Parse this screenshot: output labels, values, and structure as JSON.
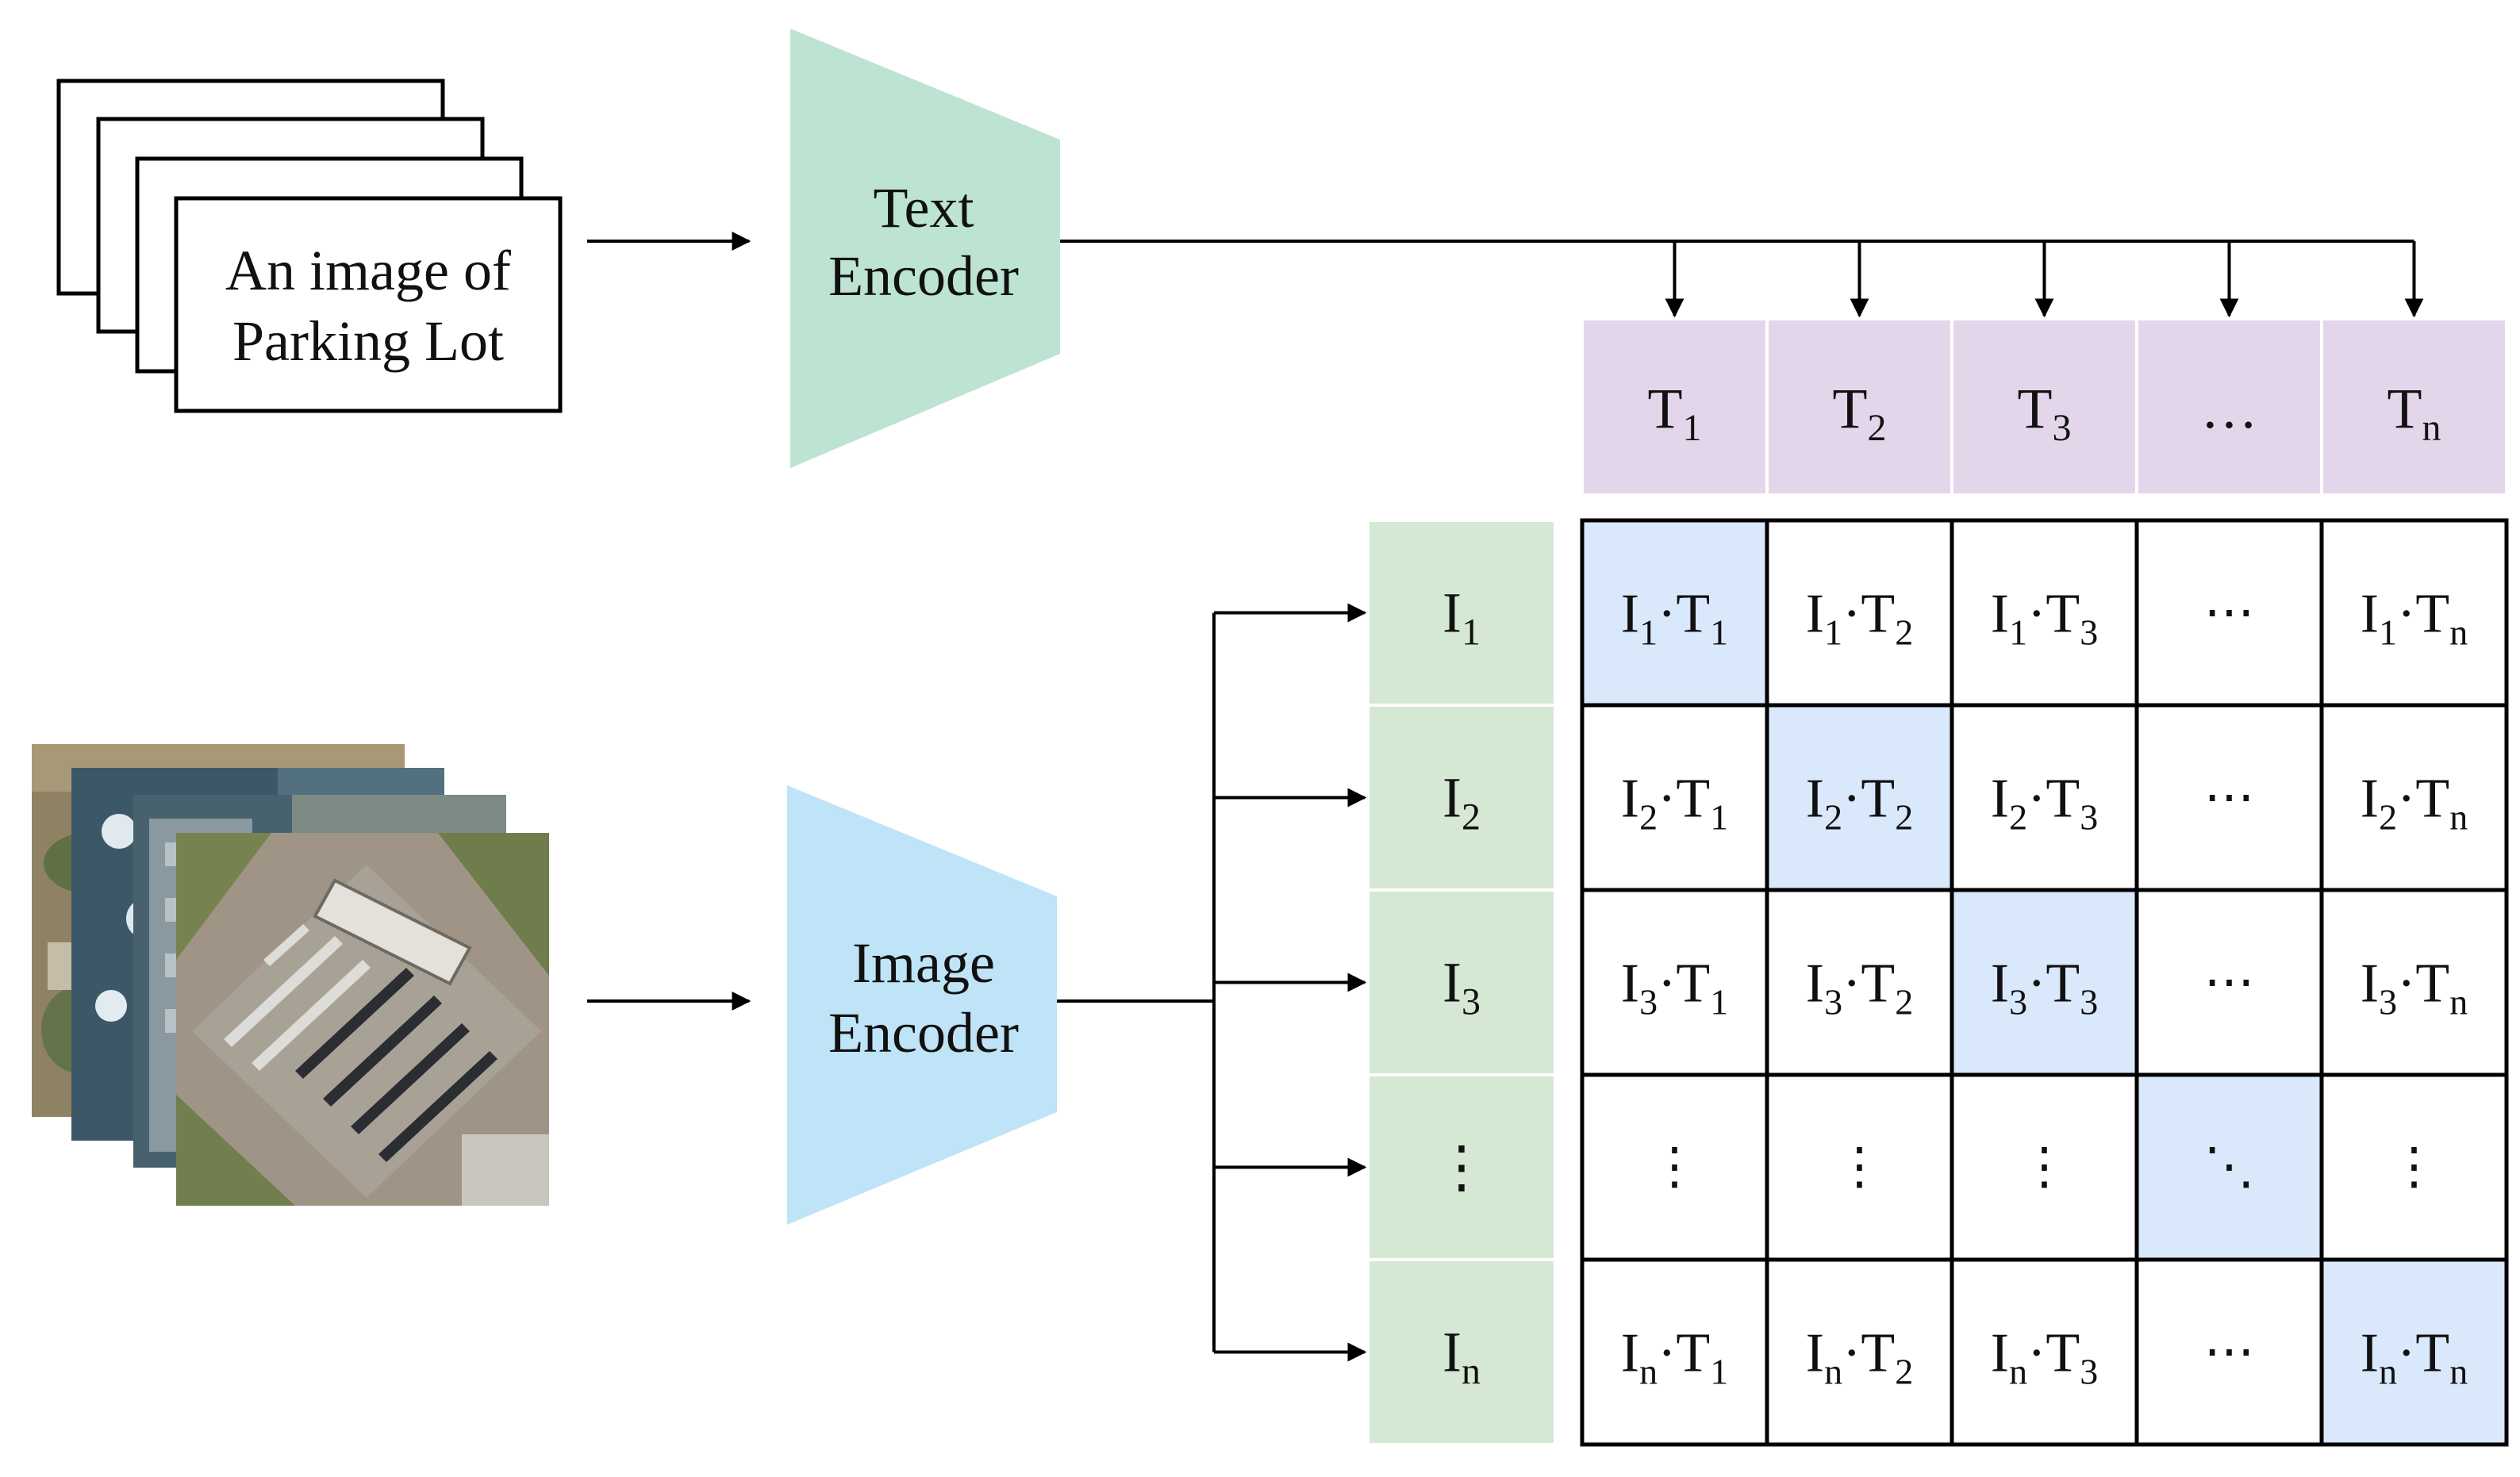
{
  "text_input": {
    "caption": [
      "An image of",
      "Parking Lot"
    ]
  },
  "text_encoder": {
    "label": [
      "Text",
      "Encoder"
    ],
    "color": "#bde3d3"
  },
  "image_encoder": {
    "label": [
      "Image",
      "Encoder"
    ],
    "color": "#bfe3f7"
  },
  "text_features": {
    "color": "#e3d6ea",
    "items": [
      {
        "base": "T",
        "sub": "1"
      },
      {
        "base": "T",
        "sub": "2"
      },
      {
        "base": "T",
        "sub": "3"
      },
      {
        "base": "…",
        "sub": ""
      },
      {
        "base": "T",
        "sub": "n"
      }
    ]
  },
  "image_features": {
    "color": "#d5e8d4",
    "items": [
      {
        "base": "I",
        "sub": "1"
      },
      {
        "base": "I",
        "sub": "2"
      },
      {
        "base": "I",
        "sub": "3"
      },
      {
        "base": "⋮",
        "sub": ""
      },
      {
        "base": "I",
        "sub": "n"
      }
    ]
  },
  "matrix": {
    "diagonal_color": "#dae8fc",
    "rows": [
      [
        {
          "type": "prod",
          "i": "1",
          "t": "1"
        },
        {
          "type": "prod",
          "i": "1",
          "t": "2"
        },
        {
          "type": "prod",
          "i": "1",
          "t": "3"
        },
        {
          "type": "sym",
          "text": "⋯"
        },
        {
          "type": "prod",
          "i": "1",
          "t": "n"
        }
      ],
      [
        {
          "type": "prod",
          "i": "2",
          "t": "1"
        },
        {
          "type": "prod",
          "i": "2",
          "t": "2"
        },
        {
          "type": "prod",
          "i": "2",
          "t": "3"
        },
        {
          "type": "sym",
          "text": "⋯"
        },
        {
          "type": "prod",
          "i": "2",
          "t": "n"
        }
      ],
      [
        {
          "type": "prod",
          "i": "3",
          "t": "1"
        },
        {
          "type": "prod",
          "i": "3",
          "t": "2"
        },
        {
          "type": "prod",
          "i": "3",
          "t": "3"
        },
        {
          "type": "sym",
          "text": "⋯"
        },
        {
          "type": "prod",
          "i": "3",
          "t": "n"
        }
      ],
      [
        {
          "type": "sym",
          "text": "⋮"
        },
        {
          "type": "sym",
          "text": "⋮"
        },
        {
          "type": "sym",
          "text": "⋮"
        },
        {
          "type": "sym",
          "text": "⋱"
        },
        {
          "type": "sym",
          "text": "⋮"
        }
      ],
      [
        {
          "type": "prod",
          "i": "n",
          "t": "1"
        },
        {
          "type": "prod",
          "i": "n",
          "t": "2"
        },
        {
          "type": "prod",
          "i": "n",
          "t": "3"
        },
        {
          "type": "sym",
          "text": "⋯"
        },
        {
          "type": "prod",
          "i": "n",
          "t": "n"
        }
      ]
    ]
  }
}
